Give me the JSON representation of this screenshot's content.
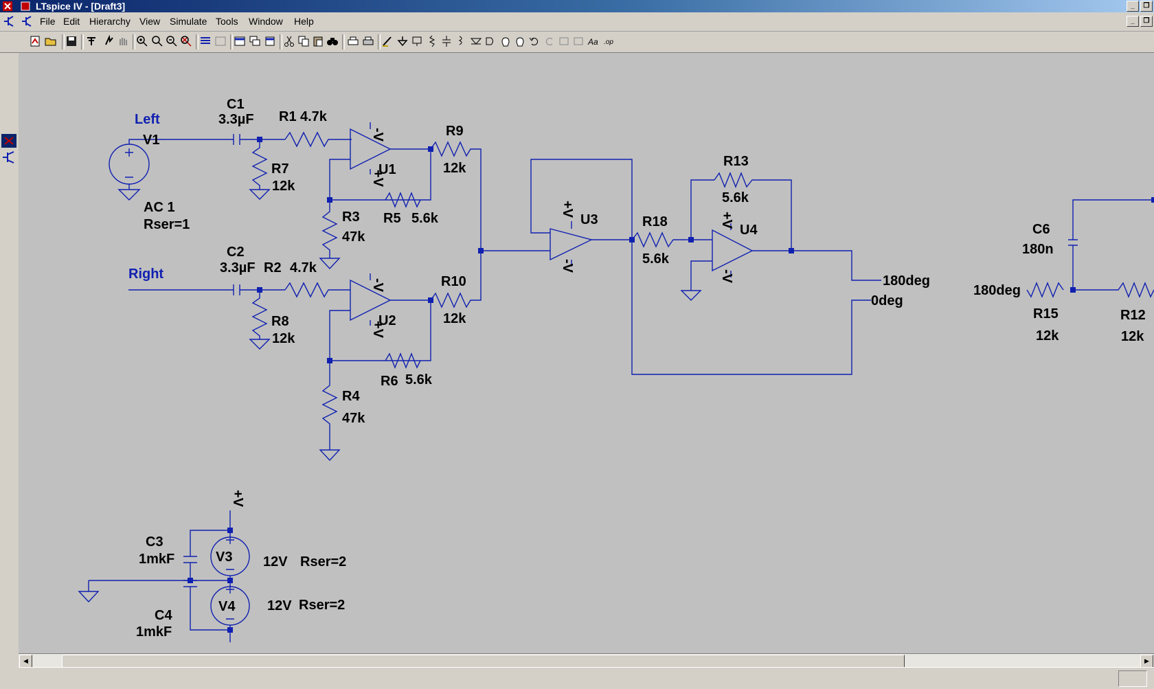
{
  "window": {
    "title": "LTspice IV - [Draft3]"
  },
  "menu": [
    "File",
    "Edit",
    "Hierarchy",
    "View",
    "Simulate",
    "Tools",
    "Window",
    "Help"
  ],
  "schematic": {
    "net_labels": {
      "left": "Left",
      "right": "Right"
    },
    "outputs": {
      "out180": "180deg",
      "out0": "0deg",
      "in180": "180deg"
    },
    "sources": {
      "v1": {
        "name": "V1",
        "line1": "AC 1",
        "line2": "Rser=1"
      },
      "v3": {
        "name": "V3",
        "value": "12V",
        "rser": "Rser=2"
      },
      "v4": {
        "name": "V4",
        "value": "12V",
        "rser": "Rser=2"
      }
    },
    "capacitors": {
      "c1": {
        "name": "C1",
        "value": "3.3µF"
      },
      "c2": {
        "name": "C2",
        "value": "3.3µF"
      },
      "c3": {
        "name": "C3",
        "value": "1mkF"
      },
      "c4": {
        "name": "C4",
        "value": "1mkF"
      },
      "c6": {
        "name": "C6",
        "value": "180n"
      }
    },
    "resistors": {
      "r1": {
        "name": "R1",
        "value": "4.7k"
      },
      "r2": {
        "name": "R2",
        "value": "4.7k"
      },
      "r3": {
        "name": "R3",
        "value": "47k"
      },
      "r4": {
        "name": "R4",
        "value": "47k"
      },
      "r5": {
        "name": "R5",
        "value": "5.6k"
      },
      "r6": {
        "name": "R6",
        "value": "5.6k"
      },
      "r7": {
        "name": "R7",
        "value": "12k"
      },
      "r8": {
        "name": "R8",
        "value": "12k"
      },
      "r9": {
        "name": "R9",
        "value": "12k"
      },
      "r10": {
        "name": "R10",
        "value": "12k"
      },
      "r12": {
        "name": "R12",
        "value": "12k"
      },
      "r13": {
        "name": "R13",
        "value": "5.6k"
      },
      "r15": {
        "name": "R15",
        "value": "12k"
      },
      "r18": {
        "name": "R18",
        "value": "5.6k"
      }
    },
    "opamps": {
      "u1": "U1",
      "u2": "U2",
      "u3": "U3",
      "u4": "U4"
    },
    "supply": {
      "pos": "+V",
      "neg": "-V"
    }
  },
  "colors": {
    "wire": "#1020b0",
    "canvas": "#c0c0c0",
    "titlebar": "#0a246a"
  }
}
